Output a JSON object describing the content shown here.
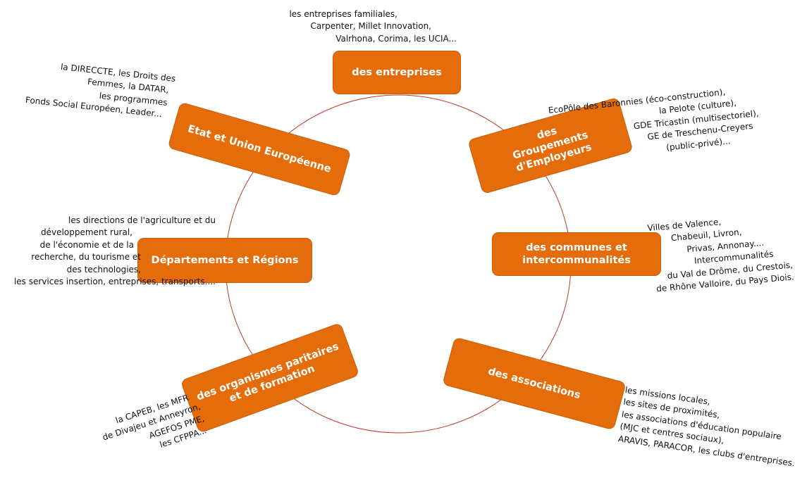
{
  "nodes": {
    "entreprises": {
      "lines": [
        "des entreprises"
      ]
    },
    "groupements": {
      "lines": [
        "des",
        "Groupements",
        "d'Employeurs"
      ]
    },
    "communes": {
      "lines": [
        "des communes et",
        "intercommunalités"
      ]
    },
    "associations": {
      "lines": [
        "des associations"
      ]
    },
    "organismes": {
      "lines": [
        "des organismes paritaires",
        "et de formation"
      ]
    },
    "departements": {
      "lines": [
        "Départements et Régions"
      ]
    },
    "etat": {
      "lines": [
        "Etat et Union Européenne"
      ]
    }
  },
  "notes": {
    "entreprises": [
      "les entreprises familiales,",
      "Carpenter, Millet Innovation,",
      "Valrhona, Corima, les UCIA..."
    ],
    "groupements": [
      "EcoPôle des Baronnies (éco-construction),",
      "la Pelote (culture),",
      "GDE Tricastin (multisectoriel),",
      "GE de Treschenu-Creyers",
      "(public-privé)..."
    ],
    "communes": [
      "Villes de Valence,",
      "Chabeuil, Livron,",
      "Privas, Annonay....",
      "Intercommunalités",
      "du Val de Drôme, du Crestois,",
      "de Rhône Valloire, du Pays Diois..."
    ],
    "associations": [
      "les missions locales,",
      "les sites de proximités,",
      "les associations d'éducation populaire",
      "(MJC et centres sociaux),",
      "ARAVIS, PARACOR, les clubs d'entreprises..."
    ],
    "organismes": [
      "la CAPEB, les MFR",
      "de Divajeu et Anneyron,",
      "AGEFOS PME,",
      "les CFPPA..."
    ],
    "departements": [
      "les directions de l'agriculture et du",
      "développement rural,",
      "de l'économie et de la",
      "recherche, du tourisme et",
      "des technologies,",
      "les services insertion, entreprises, transports...."
    ],
    "etat": [
      "la DIRECCTE, les Droits des",
      "Femmes, la DATAR,",
      "les programmes",
      "Fonds Social Européen, Leader..."
    ]
  },
  "colors": {
    "node_fill": "#e46c0a",
    "node_text": "#ffffff",
    "ring": "#c0392b",
    "note_text": "#111111"
  }
}
